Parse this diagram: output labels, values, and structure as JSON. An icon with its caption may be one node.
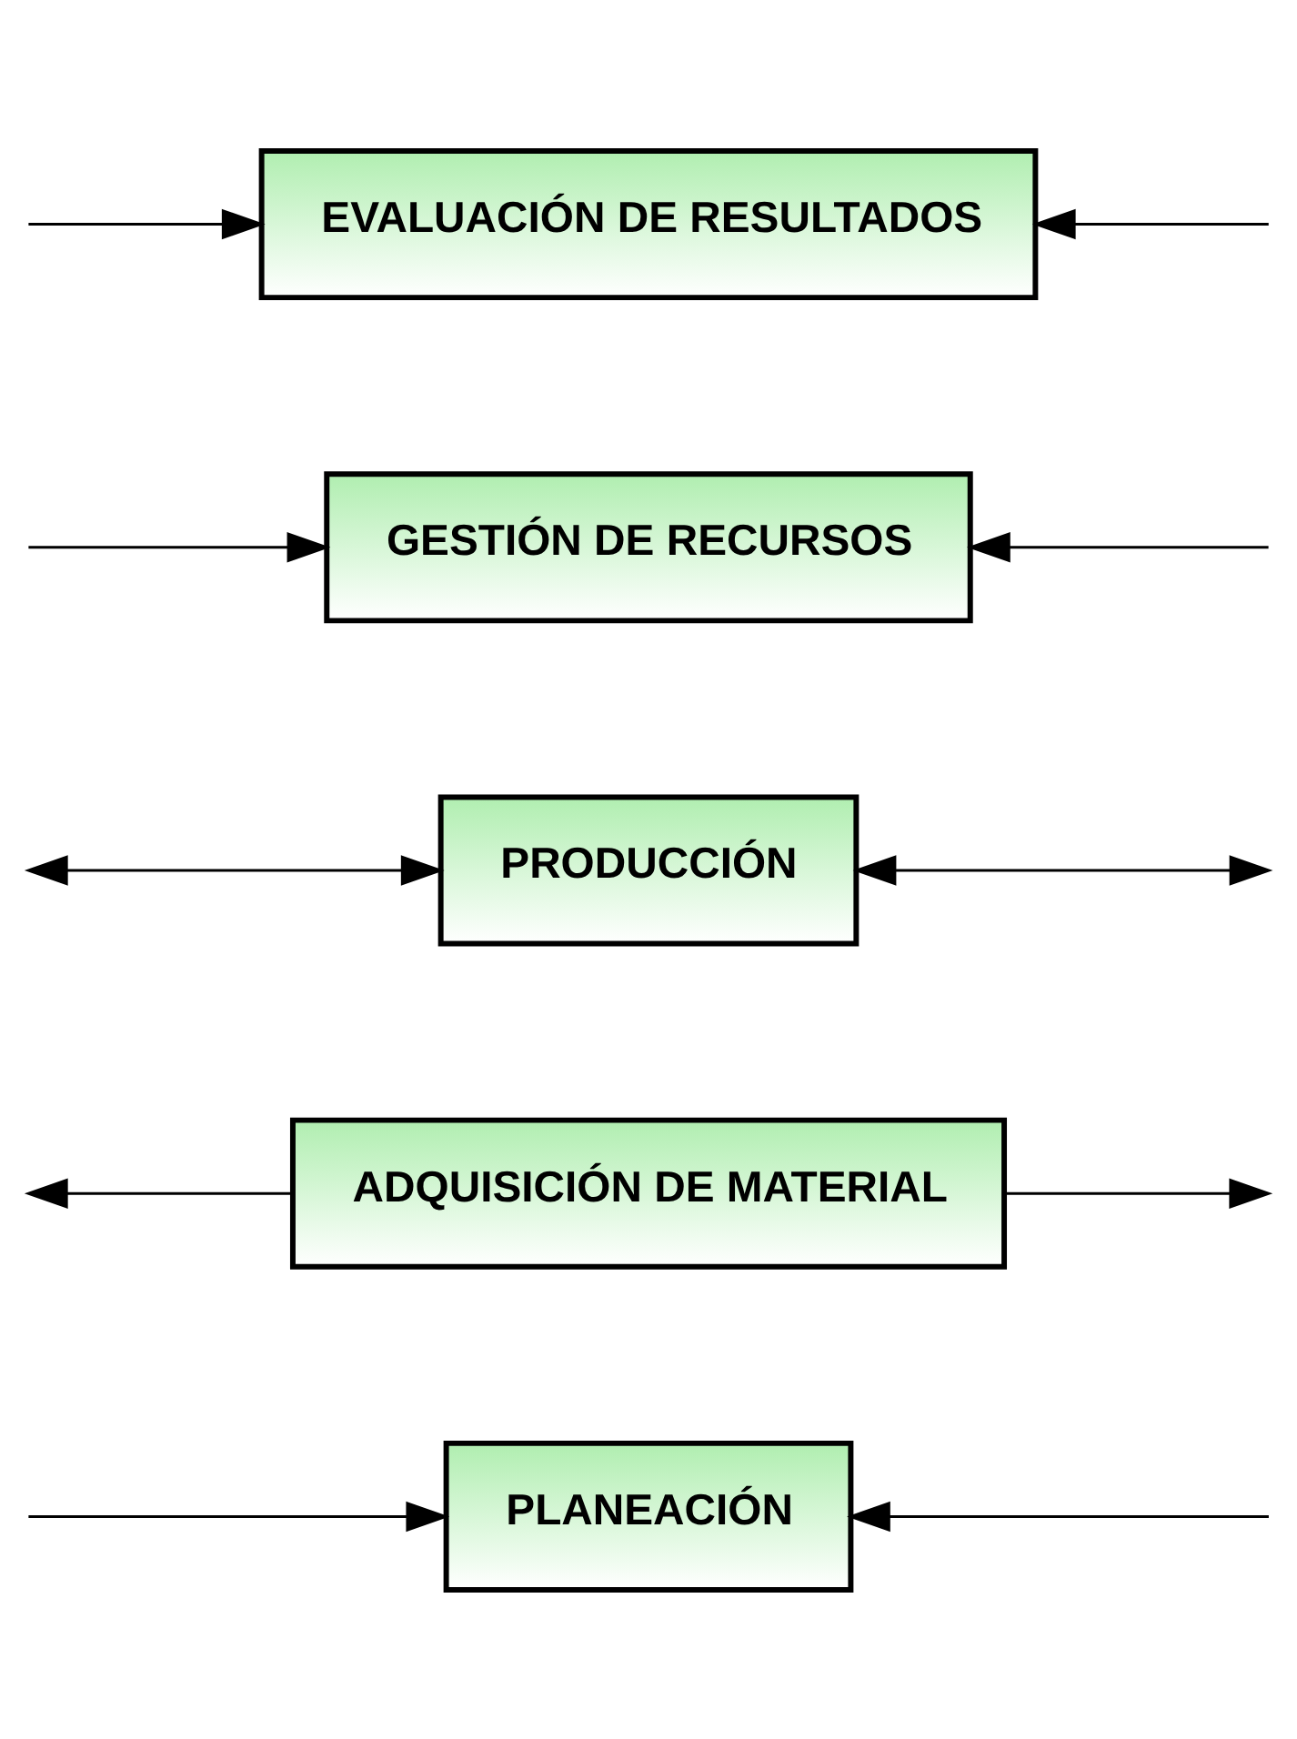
{
  "diagram": {
    "nodes": [
      {
        "text": [
          "PLANEACIÓN"
        ]
      },
      {
        "text": [
          "ADQUISICIÓN DE MATERIAL"
        ]
      },
      {
        "text": [
          "PRODUCCIÓN"
        ]
      },
      {
        "text": [
          "GESTIÓN DE RECURSOS"
        ]
      },
      {
        "text": [
          "EVALUACIÓN DE RESULTADOS"
        ]
      }
    ],
    "edges": [
      {
        "from": null,
        "to": 0,
        "arrow": "to"
      },
      {
        "from": null,
        "to": 0,
        "arrow": "to"
      },
      {
        "from": 1,
        "to": null,
        "arrow": "to"
      },
      {
        "from": 1,
        "to": null,
        "arrow": "to"
      },
      {
        "from": 2,
        "to": null,
        "arrow": "both"
      },
      {
        "from": 2,
        "to": null,
        "arrow": "both"
      },
      {
        "from": null,
        "to": 3,
        "arrow": "to"
      },
      {
        "from": null,
        "to": 3,
        "arrow": "to"
      },
      {
        "from": null,
        "to": 4,
        "arrow": "to"
      },
      {
        "from": null,
        "to": 4,
        "arrow": "to"
      }
    ]
  }
}
